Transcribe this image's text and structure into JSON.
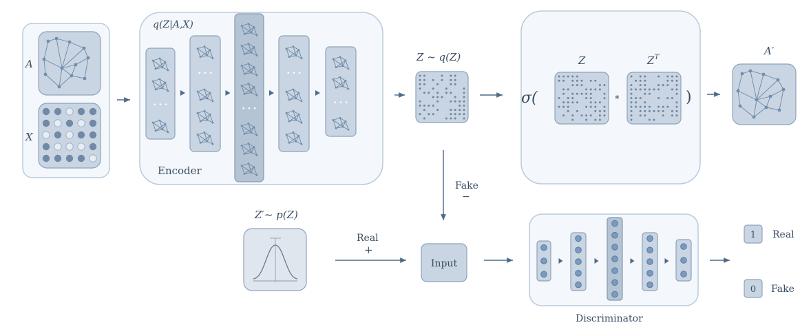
{
  "labels": {
    "A": "A",
    "X": "X",
    "q_posterior": "q(Z|A,X)",
    "encoder": "Encoder",
    "z_sample": "Z ~ q(Z)",
    "sigma": "σ(",
    "close_paren": ")",
    "Z": "Z",
    "ZT": "Z",
    "ZT_sup": "T",
    "mult": "*",
    "A_prime": "A′",
    "fake": "Fake",
    "minus": "−",
    "z_prior": "Z′~ p(Z)",
    "real": "Real",
    "plus": "+",
    "input": "Input",
    "discriminator": "Discriminator",
    "out_one": "1",
    "out_real": "Real",
    "out_zero": "0",
    "out_fake": "Fake"
  },
  "ellipsis": "• • •",
  "colors": {
    "panel_fill": "#f4f7fb",
    "panel_stroke": "#b9cbdd",
    "box_fill": "#c9d5e2",
    "node": "#6f8fb2",
    "arrow": "#4d6a88"
  }
}
